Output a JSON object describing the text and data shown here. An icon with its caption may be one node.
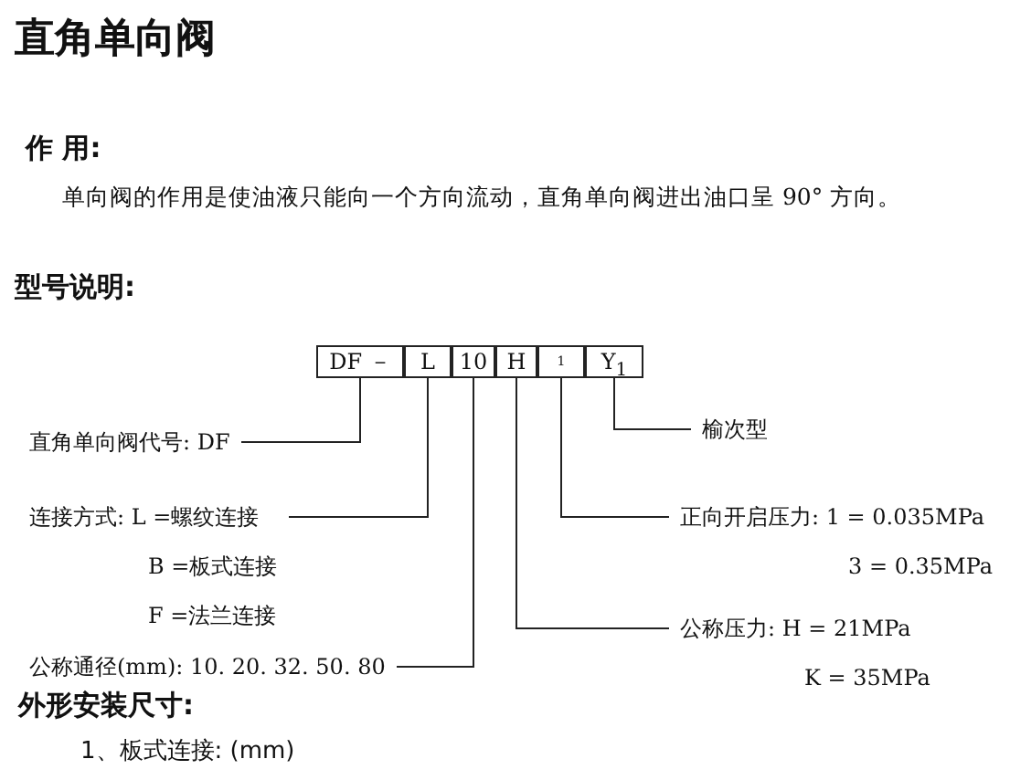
{
  "diagram": {
    "title": "直角单向阀",
    "nodes": [
      {
        "text": [
          "DF －"
        ]
      },
      {
        "text": [
          "L"
        ]
      },
      {
        "text": [
          "10"
        ]
      },
      {
        "text": [
          "H"
        ]
      },
      {
        "text": [
          "1"
        ]
      },
      {
        "text": [
          "Y$_{1}$"
        ]
      },
      {
        "text": [
          "直角单向阀代号: DF"
        ]
      },
      {
        "text": [
          "连接方式: L =螺纹连接",
          "B =板式连接",
          "F =法兰连接"
        ]
      },
      {
        "text": [
          "公称通径(mm): 10. 20. 32. 50. 80"
        ]
      },
      {
        "text": [
          "公称压力: H = 21MPa",
          "K = 35MPa"
        ]
      },
      {
        "text": [
          "正向开启压力: 1 = 0.035MPa",
          "3 = 0.35MPa"
        ]
      },
      {
        "text": [
          "榆次型"
        ]
      }
    ],
    "edges": [
      {
        "from": 0,
        "to": 6,
        "arrow": "none"
      },
      {
        "from": 1,
        "to": 7,
        "arrow": "none"
      },
      {
        "from": 2,
        "to": 8,
        "arrow": "none"
      },
      {
        "from": 3,
        "to": 9,
        "arrow": "none"
      },
      {
        "from": 4,
        "to": 10,
        "arrow": "none"
      },
      {
        "from": 5,
        "to": 11,
        "arrow": "none"
      }
    ],
    "labels": [
      "作 用:",
      "单向阀的作用是使油液只能向一个方向流动，直角单向阀进出油口呈 90° 方向。",
      "型号说明:",
      "外形安装尺寸:",
      "1、板式连接: (mm)"
    ]
  }
}
